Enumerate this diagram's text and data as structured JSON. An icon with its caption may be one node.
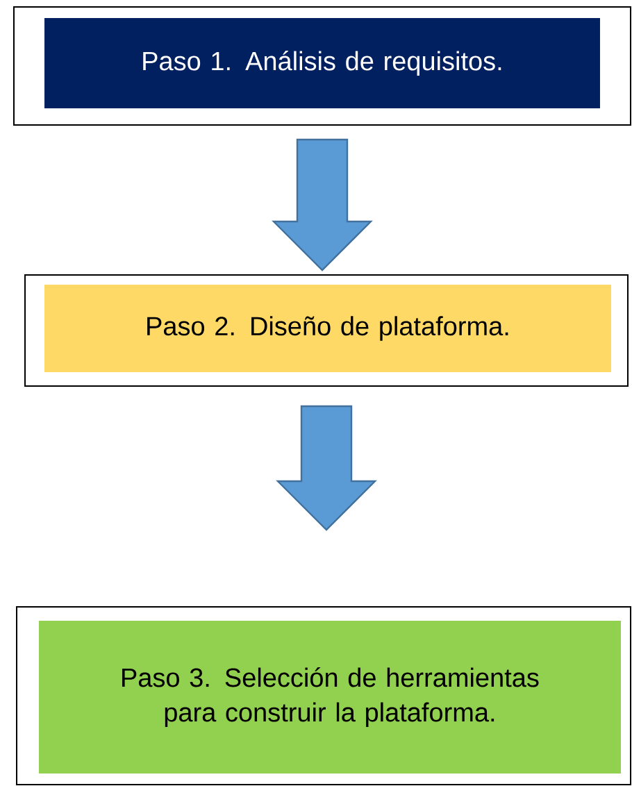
{
  "diagram": {
    "nodes": [
      {
        "text": [],
        "shape": "box"
      },
      {
        "text": [
          "Paso 1. Análisis de requisitos."
        ],
        "in": 0
      },
      {
        "text": [],
        "shape": "box"
      },
      {
        "text": [
          "Paso 2. Diseño de plataforma."
        ],
        "in": 2
      },
      {
        "text": [],
        "shape": "box"
      },
      {
        "text": [
          "Paso 3. Selección de herramientas para construir la plataforma."
        ],
        "in": 4
      }
    ],
    "edges": [
      {
        "from": 0,
        "to": 2,
        "arrow": "to"
      },
      {
        "from": 2,
        "to": 4,
        "arrow": "to"
      }
    ]
  }
}
